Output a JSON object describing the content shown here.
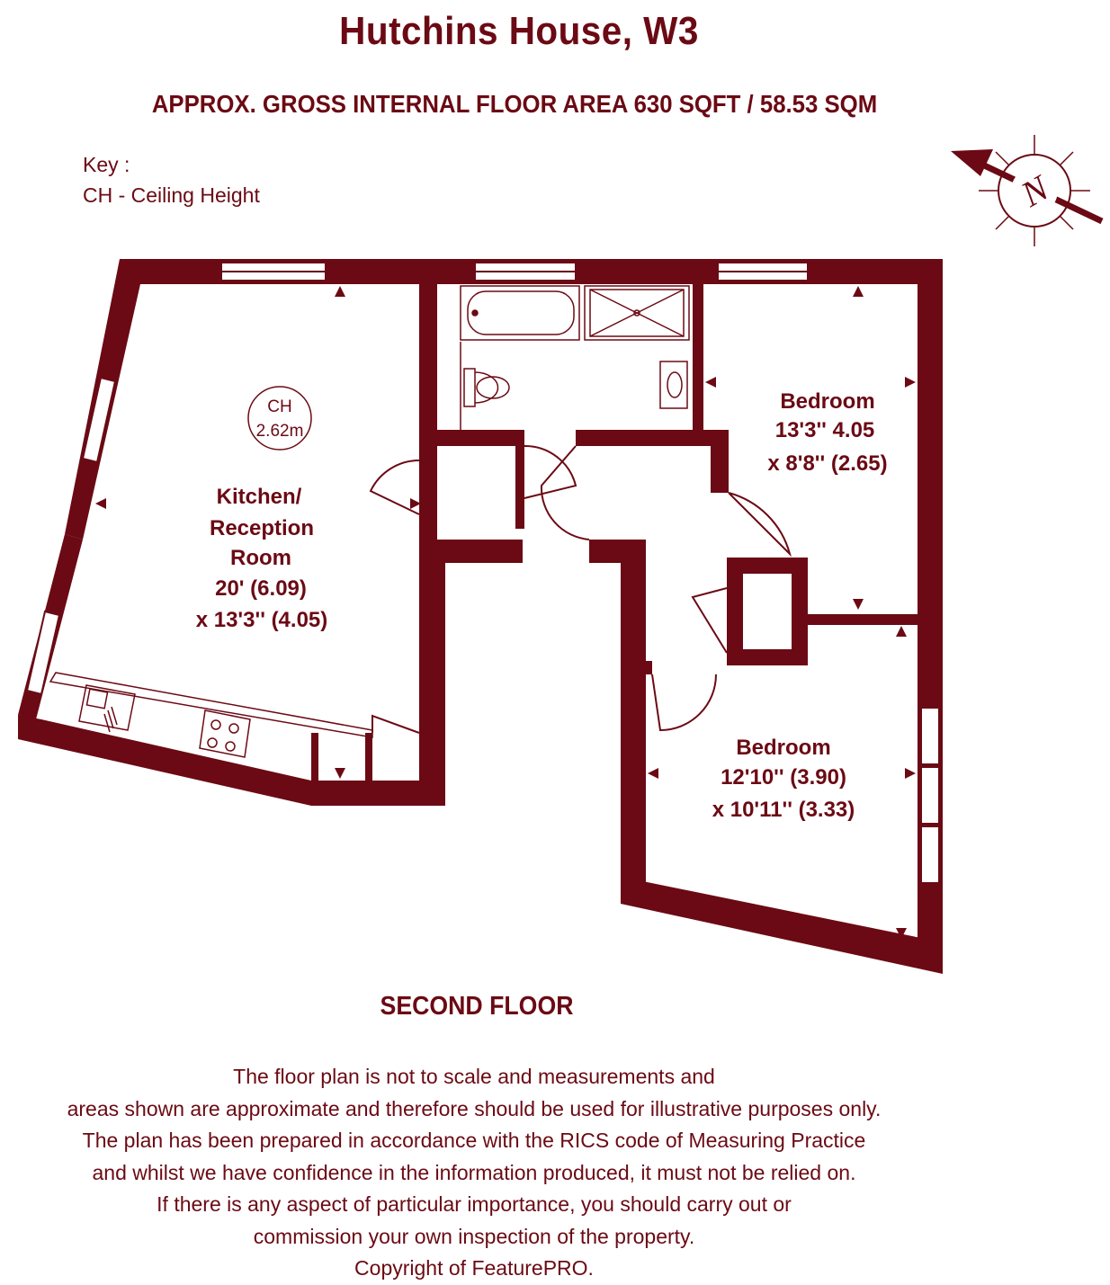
{
  "header": {
    "title": "Hutchins House, W3",
    "subtitle": "APPROX. GROSS INTERNAL FLOOR AREA  630  SQFT / 58.53 SQM"
  },
  "key": {
    "heading": "Key :",
    "entry": "CH - Ceiling Height"
  },
  "compass": {
    "letter": "N"
  },
  "ceiling_marker": {
    "label": "CH",
    "value": "2.62m"
  },
  "rooms": {
    "kitchen": {
      "name_1": "Kitchen/",
      "name_2": "Reception",
      "name_3": "Room",
      "dim_1": "20' (6.09)",
      "dim_2": "x 13'3'' (4.05)"
    },
    "bedroom_1": {
      "name": "Bedroom",
      "dim_1": "13'3'' 4.05",
      "dim_2": "x 8'8'' (2.65)"
    },
    "bedroom_2": {
      "name": "Bedroom",
      "dim_1": "12'10'' (3.90)",
      "dim_2": "x 10'11'' (3.33)"
    }
  },
  "floor_label": "SECOND FLOOR",
  "disclaimer": [
    "The floor plan is not to scale and measurements and",
    "areas shown are approximate and therefore should be used for illustrative purposes only.",
    "The plan has been prepared in accordance with the RICS code of Measuring Practice",
    "and whilst we have confidence in the information produced, it must not be relied on.",
    "If there is any aspect of particular importance, you should carry out or",
    "commission your own inspection of the property.",
    "Copyright of FeaturePRO."
  ],
  "colors": {
    "wall": "#6b0a14",
    "text": "#6b0a14",
    "background": "#ffffff"
  }
}
